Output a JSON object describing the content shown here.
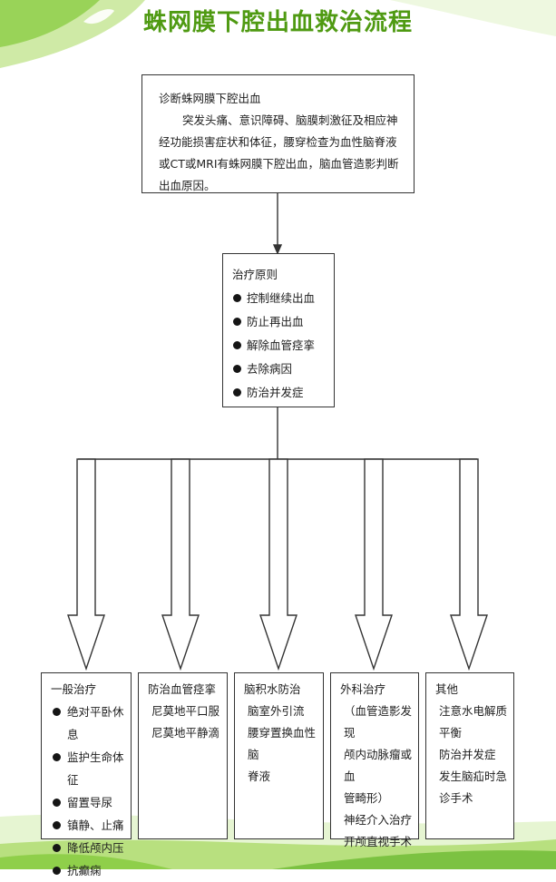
{
  "title": "蛛网膜下腔出血救治流程",
  "diagnosis": {
    "heading": "诊断蛛网膜下腔出血",
    "text": "突发头痛、意识障碍、脑膜刺激征及相应神经功能损害症状和体征，腰穿检查为血性脑脊液或CT或MRI有蛛网膜下腔出血，脑血管造影判断出血原因。"
  },
  "principles": {
    "heading": "治疗原则",
    "items": [
      "控制继续出血",
      "防止再出血",
      "解除血管痉挛",
      "去除病因",
      "防治并发症"
    ]
  },
  "branches": [
    {
      "heading": "一般治疗",
      "items": [
        "绝对平卧休息",
        "监护生命体征",
        "留置导尿",
        "镇静、止痛",
        "降低颅内压",
        "抗癫痫"
      ]
    },
    {
      "heading": "防治血管痉挛",
      "lines": [
        "尼莫地平口服",
        "尼莫地平静滴"
      ]
    },
    {
      "heading": "脑积水防治",
      "lines": [
        "脑室外引流",
        "腰穿置换血性脑",
        "脊液"
      ]
    },
    {
      "heading": "外科治疗",
      "lines": [
        "（血管造影发现",
        "颅内动脉瘤或血",
        "管畸形）",
        "神经介入治疗",
        "开颅直视手术"
      ]
    },
    {
      "heading": "其他",
      "lines": [
        "注意水电解质",
        "平衡",
        "防治并发症",
        "发生脑疝时急",
        "诊手术"
      ]
    }
  ],
  "colors": {
    "title": "#4f9a12",
    "accent_green": "#7cc242",
    "line": "#333333"
  }
}
